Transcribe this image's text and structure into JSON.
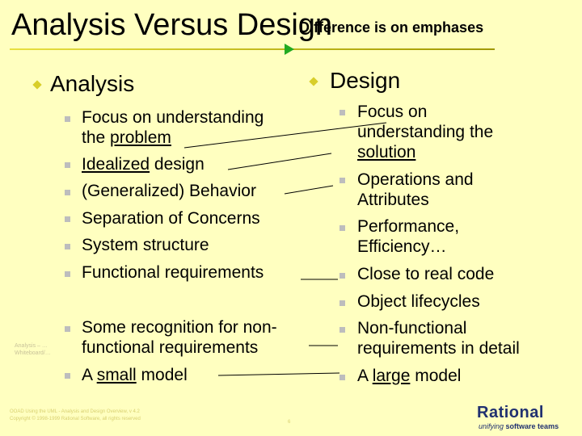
{
  "title": "Analysis Versus Design",
  "subtitle": "Difference is on emphases",
  "analysis": {
    "heading": "Analysis",
    "items": [
      [
        "Focus on understanding",
        "the ",
        "problem",
        ""
      ],
      [
        "",
        "",
        "Idealized",
        " design"
      ],
      [
        "(Generalized) Behavior"
      ],
      [
        "Separation of Concerns"
      ],
      [
        "System structure"
      ],
      [
        "Functional requirements"
      ],
      [
        "Some recognition for  non-",
        "functional requirements"
      ],
      [
        "A ",
        "small",
        " model"
      ]
    ]
  },
  "design": {
    "heading": "Design",
    "items": [
      [
        "Focus on",
        "understanding the",
        "solution"
      ],
      [
        "Operations and",
        "Attributes"
      ],
      [
        "Performance,",
        "Efficiency…"
      ],
      [
        "Close to real code"
      ],
      [
        "Object lifecycles"
      ],
      [
        "Non-functional",
        "requirements in detail"
      ],
      [
        "A ",
        "large",
        " model"
      ]
    ]
  },
  "ghost_text": [
    "Analysis – …",
    "Whiteboard/…"
  ],
  "footer": {
    "line1": "OOAD Using the UML - Analysis and Design Overview, v 4.2",
    "line2": "Copyright © 1998-1999 Rational Software, all rights reserved",
    "page": "6"
  },
  "logo": {
    "brand": "Rational",
    "tagline_italic": "unifying",
    "tagline_bold": "software teams"
  },
  "colors": {
    "background": "#ffffc0",
    "bullet_diamond": "#d8ce2a",
    "bullet_square": "#bdbdbd",
    "marker": "#22aa22",
    "logo": "#203070"
  }
}
